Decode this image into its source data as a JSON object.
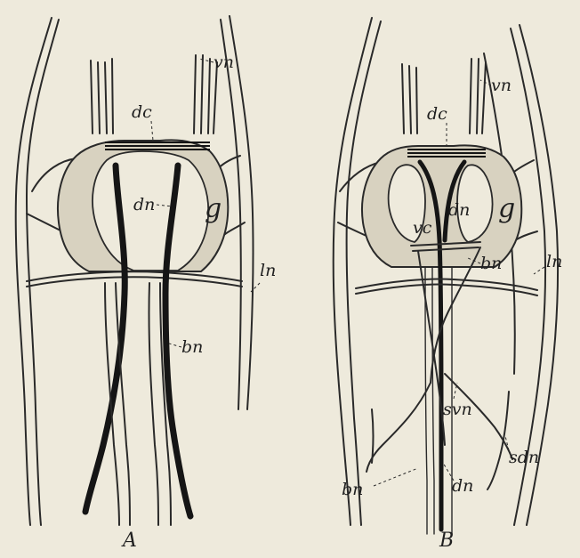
{
  "panels": [
    {
      "id": "A",
      "caption": "A",
      "labels": {
        "dc": "dc",
        "vn": "vn",
        "dn": "dn",
        "g": "g",
        "ln": "ln",
        "bn": "bn"
      }
    },
    {
      "id": "B",
      "caption": "B",
      "labels": {
        "dc": "dc",
        "vn": "vn",
        "dn": "dn",
        "g": "g",
        "vc": "vc",
        "bn": "bn",
        "ln": "ln",
        "svn": "svn",
        "sdn": "sdn",
        "bn_bottom": "bn",
        "dn_bottom": "dn"
      }
    }
  ]
}
